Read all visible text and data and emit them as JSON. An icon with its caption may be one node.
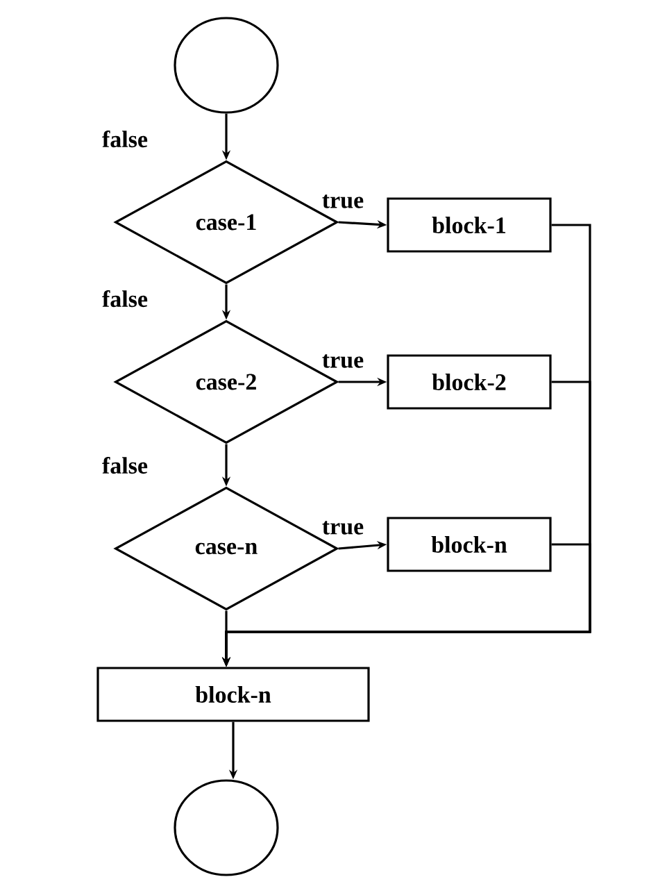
{
  "diagram": {
    "nodes": [
      {
        "text": [],
        "shape": "circle"
      },
      {
        "text": [
          "case-1"
        ]
      },
      {
        "text": [
          "block-1"
        ]
      },
      {
        "text": [
          "case-2"
        ]
      },
      {
        "text": [
          "block-2"
        ]
      },
      {
        "text": [
          "case-n"
        ]
      },
      {
        "text": [
          "block-n"
        ]
      },
      {
        "text": [
          "block-n"
        ]
      },
      {
        "text": [],
        "shape": "circle"
      }
    ],
    "edges": [
      {
        "from": 0,
        "to": 1,
        "arrow": "to",
        "label": "false"
      },
      {
        "from": 1,
        "to": 2,
        "arrow": "to",
        "label": "true"
      },
      {
        "from": 1,
        "to": 3,
        "arrow": "to",
        "label": "false"
      },
      {
        "from": 3,
        "to": 4,
        "arrow": "to",
        "label": "true"
      },
      {
        "from": 3,
        "to": 5,
        "arrow": "to",
        "label": "false"
      },
      {
        "from": 5,
        "to": 6,
        "arrow": "to",
        "label": "true"
      },
      {
        "from": 5,
        "to": 7,
        "arrow": "to"
      },
      {
        "from": 2,
        "to": 7,
        "arrow": "to"
      },
      {
        "from": 4,
        "to": 7,
        "arrow": "to"
      },
      {
        "from": 6,
        "to": 7,
        "arrow": "to"
      },
      {
        "from": 7,
        "to": 8,
        "arrow": "to"
      }
    ]
  }
}
